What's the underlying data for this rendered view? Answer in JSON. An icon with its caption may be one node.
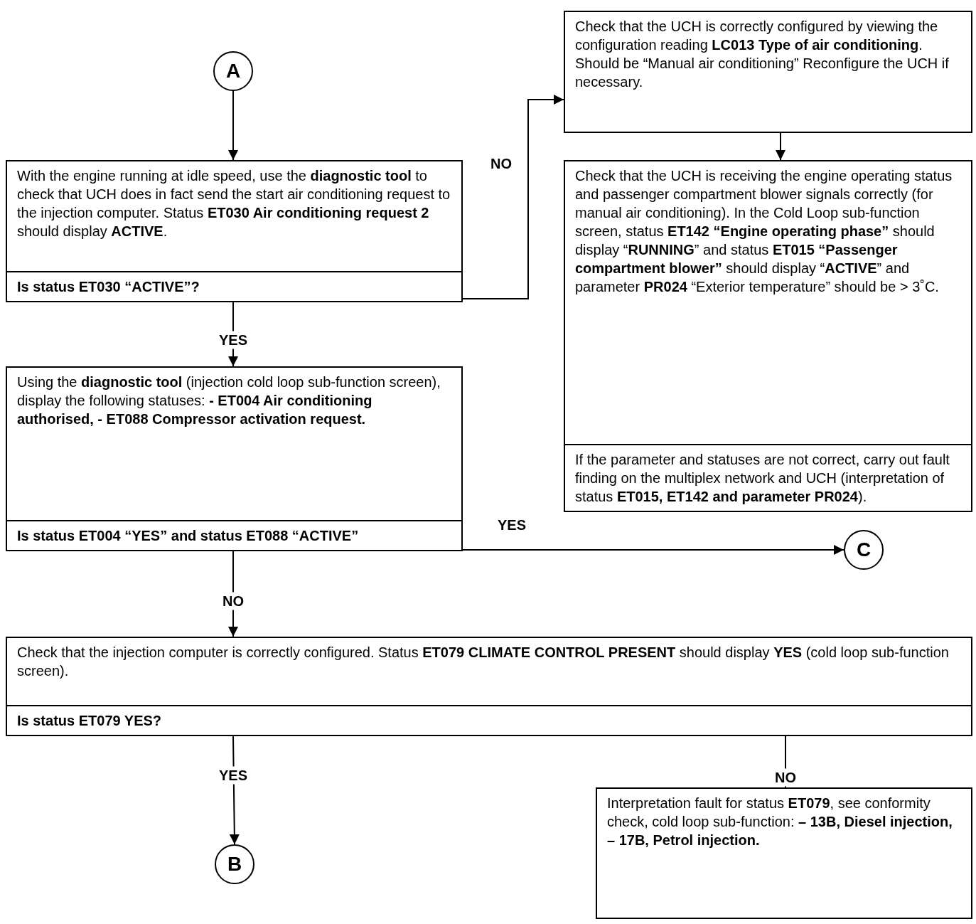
{
  "diagram": {
    "nodes": [
      {
        "text": [
          "A"
        ]
      },
      {
        "text": [
          "With the engine running at idle speed, use the **diagnostic tool** to check that UCH does in fact send the start air conditioning request to the injection computer. Status **ET030 Air conditioning request 2** should display **ACTIVE**.",
          "Is status ET030 “ACTIVE”?"
        ]
      },
      {
        "text": [
          "Check that the UCH is correctly configured by viewing the configuration reading **LC013 Type of air conditioning**. Should be “Manual air conditioning” Reconfigure the UCH if necessary."
        ]
      },
      {
        "text": [
          "Check that the UCH is receiving the engine operating status and passenger compartment blower signals correctly (for manual air conditioning). In the Cold Loop sub-function screen, status **ET142 “Engine operating phase”** should display “**RUNNING**” and status **ET015 “Passenger compartment blower”** should display “**ACTIVE**” and parameter **PR024** “Exterior temperature” should be > 3˚C.",
          "If the parameter and statuses are not correct, carry out fault finding on the multiplex network and UCH (interpretation of status **ET015, ET142 and parameter PR024**)."
        ]
      },
      {
        "text": [
          "Using the **diagnostic tool** (injection cold loop sub-function screen), display the following statuses: **- ET004 Air conditioning authorised,** **- ET088 Compressor activation request.**",
          "Is status ET004 “YES” and status ET088 “ACTIVE”"
        ]
      },
      {
        "text": [
          "C"
        ]
      },
      {
        "text": [
          "Check that the injection computer is correctly configured. Status **ET079 CLIMATE CONTROL PRESENT** should display **YES** (cold loop sub-function screen).",
          "Is status ET079 YES?"
        ]
      },
      {
        "text": [
          "B"
        ]
      },
      {
        "text": [
          "Interpretation fault for status **ET079**, see conformity check, cold loop sub-function: **– 13B, Diesel injection,** **– 17B, Petrol injection.**"
        ]
      }
    ],
    "edges": [
      {
        "from": 0,
        "to": 1,
        "arrow": "to"
      },
      {
        "from": 1,
        "to": 2,
        "arrow": "to",
        "label": "NO"
      },
      {
        "from": 2,
        "to": 3,
        "arrow": "to"
      },
      {
        "from": 1,
        "to": 4,
        "arrow": "to",
        "label": "YES"
      },
      {
        "from": 4,
        "to": 5,
        "arrow": "to",
        "label": "YES"
      },
      {
        "from": 4,
        "to": 6,
        "arrow": "to",
        "label": "NO"
      },
      {
        "from": 6,
        "to": 7,
        "arrow": "to",
        "label": "YES"
      },
      {
        "from": 6,
        "to": 8,
        "arrow": "to",
        "label": "NO"
      }
    ]
  }
}
